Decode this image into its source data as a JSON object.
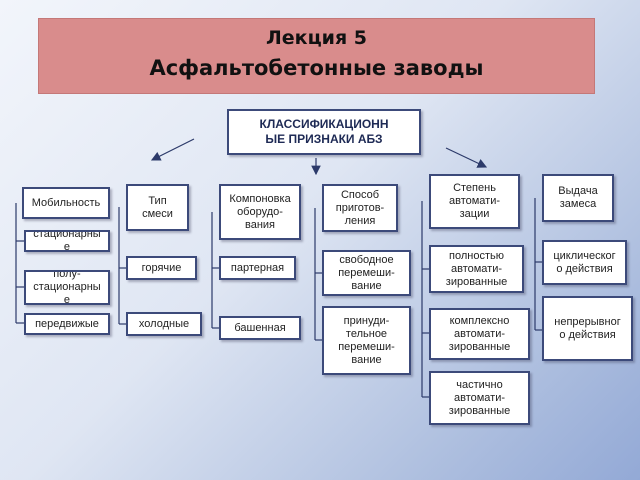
{
  "title": {
    "line1": "Лекция 5",
    "line2": "Асфальтобетонные заводы"
  },
  "root": {
    "label": "КЛАССИФИКАЦИОНН\nЫЕ ПРИЗНАКИ АБЗ"
  },
  "categories": {
    "mobility": {
      "label": "Мобильность",
      "items": [
        "стационарны\nе",
        "полу-\nстационарны\nе",
        "передвижые"
      ]
    },
    "mix_type": {
      "label": "Тип\nсмеси",
      "items": [
        "горячие",
        "холодные"
      ]
    },
    "layout": {
      "label": "Компоновка\nоборудо-\nвания",
      "items": [
        "партерная",
        "башенная"
      ]
    },
    "method": {
      "label": "Способ\nприготов-\nления",
      "items": [
        "свободное\nперемеши-\nвание",
        "принуди-\nтельное\nперемеши-\nвание"
      ]
    },
    "automation": {
      "label": "Степень\nавтомати-\nзации",
      "items": [
        "полностью\nавтомати-\nзированные",
        "комплексно\nавтомати-\nзированные",
        "частично\nавтомати-\nзированные"
      ]
    },
    "output": {
      "label": "Выдача\nзамеса",
      "items": [
        "циклическог\nо действия",
        "непрерывног\nо действия"
      ]
    }
  },
  "colors": {
    "banner": "#d98c8c",
    "box_border": "#3c4a7a",
    "lines": "#2c3a6a"
  }
}
